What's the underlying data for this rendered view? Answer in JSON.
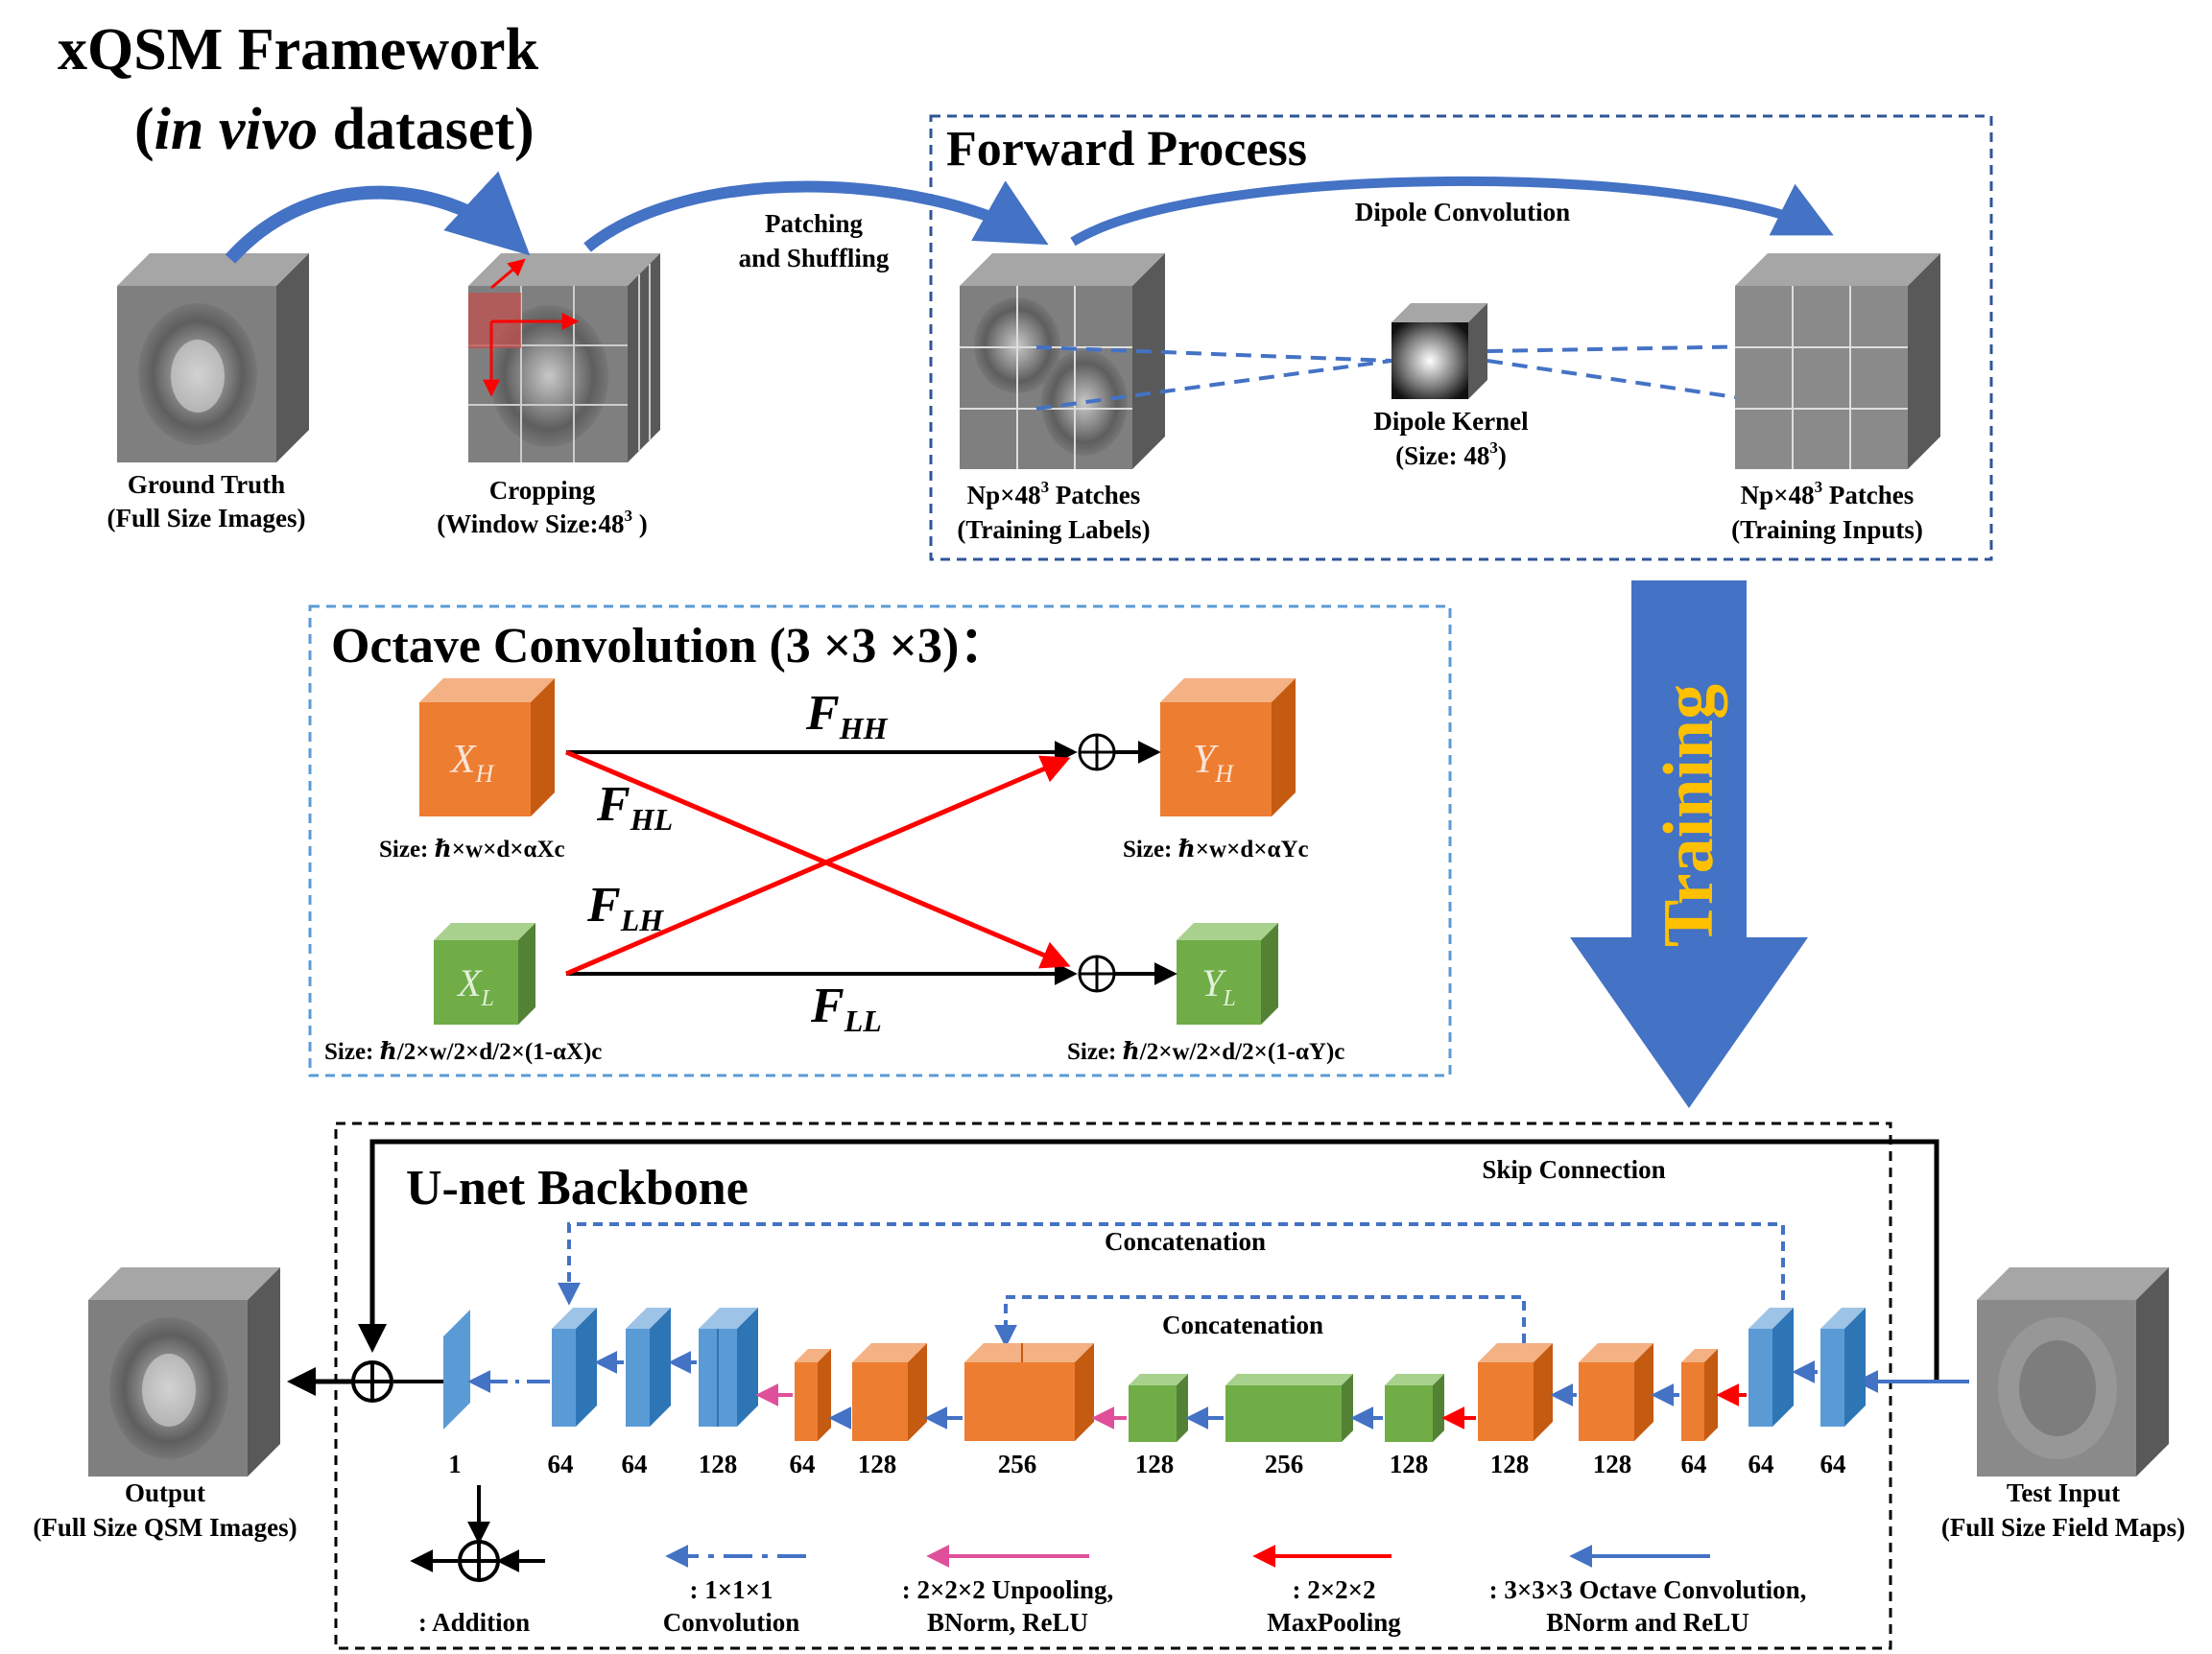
{
  "title": {
    "line1": "xQSM  Framework",
    "line2_prefix": "(",
    "line2_italic": "in vivo",
    "line2_suffix": " dataset)"
  },
  "forward": {
    "heading": "Forward Process",
    "patching_line1": "Patching",
    "patching_line2": "and Shuffling",
    "dipole_conv": "Dipole Convolution",
    "ground_truth_line1": "Ground Truth",
    "ground_truth_line2": "(Full Size Images)",
    "cropping_line1": "Cropping",
    "cropping_line2": "(Window Size:48",
    "cropping_line2_end": " )",
    "kernel_line1": "Dipole Kernel",
    "kernel_line2": "(Size: 48",
    "kernel_line2_end": ")",
    "labels_line1_a": "Np×48",
    "labels_line1_b": " Patches",
    "labels_line2": "(Training Labels)",
    "inputs_line1_a": "Np×48",
    "inputs_line1_b": " Patches",
    "inputs_line2": "(Training Inputs)",
    "cube_sup": "3"
  },
  "octave": {
    "heading": "Octave Convolution (3 ×3 ×3)：",
    "xh": "X",
    "xh_sub": "H",
    "xl": "X",
    "xl_sub": "L",
    "yh": "Y",
    "yh_sub": "H",
    "yl": "Y",
    "yl_sub": "L",
    "fhh": "F",
    "fhh_sub": "HH",
    "fhl": "F",
    "fhl_sub": "HL",
    "flh": "F",
    "flh_sub": "LH",
    "fll": "F",
    "fll_sub": "LL",
    "size_xh": "Size: ℏ×w×d×αXc",
    "size_yh": "Size: ℏ×w×d×αYc",
    "size_xl": "Size: ℏ/2×w/2×d/2×(1-αX)c",
    "size_yl": "Size: ℏ/2×w/2×d/2×(1-αY)c"
  },
  "training": "Training",
  "unet": {
    "heading": "U-net Backbone",
    "skip": "Skip Connection",
    "concat_outer": "Concatenation",
    "concat_inner": "Concatenation",
    "channels": [
      "1",
      "64",
      "64",
      "128",
      "64",
      "128",
      "256",
      "128",
      "256",
      "128",
      "128",
      "128",
      "64",
      "64",
      "64"
    ],
    "output_line1": "Output",
    "output_line2": "(Full Size QSM Images)",
    "test_line1": "Test Input",
    "test_line2": "(Full Size Field Maps)"
  },
  "legend": {
    "addition": ": Addition",
    "conv1_line1": ": 1×1×1",
    "conv1_line2": "Convolution",
    "unpool_line1": ": 2×2×2 Unpooling,",
    "unpool_line2": "BNorm, ReLU",
    "maxpool_line1": ": 2×2×2",
    "maxpool_line2": "MaxPooling",
    "octconv_line1": ": 3×3×3 Octave Convolution,",
    "octconv_line2": "BNorm and ReLU"
  },
  "colors": {
    "blue": "#4472c4",
    "orange": "#ed7d31",
    "green": "#70ad47",
    "red": "#ff0000",
    "pink": "#e0509a",
    "gold": "#ffc000",
    "lightblue": "#5b9bd5"
  }
}
